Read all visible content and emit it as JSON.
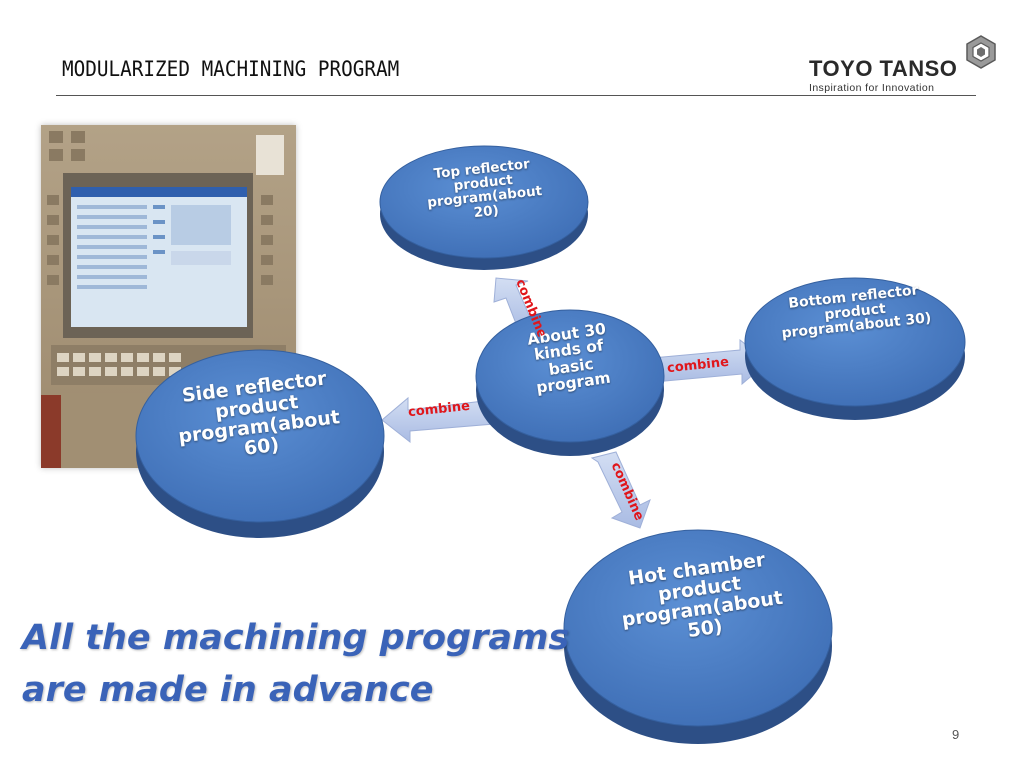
{
  "header": {
    "title": "MODULARIZED MACHINING PROGRAM",
    "logo_name": "TOYO TANSO",
    "logo_tagline": "Inspiration for Innovation"
  },
  "diagram": {
    "center": "About  30 kinds of basic program",
    "top": "Top reflector product program(about 20)",
    "right": "Bottom reflector product program(about 30)",
    "left": "Side reflector product program(about 60)",
    "bottom": "Hot chamber product program(about 50)",
    "combine_label": "combine",
    "node_color": "#4a7dc4",
    "arrow_color": "#b9c8ea"
  },
  "caption": {
    "line1": "All the machining programs",
    "line2": "are made in advance"
  },
  "page_number": "9"
}
